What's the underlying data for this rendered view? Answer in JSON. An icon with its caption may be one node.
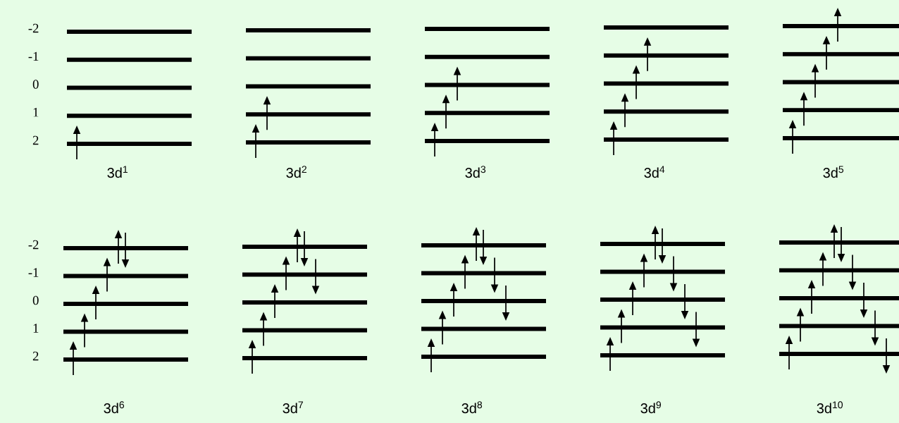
{
  "diagram": {
    "labels": [
      "-2",
      "-1",
      "0",
      "1",
      "2",
      "3d$^{1}$",
      "3d$^{2}$",
      "3d$^{3}$",
      "3d$^{4}$",
      "3d$^{5}$",
      "-2",
      "-1",
      "0",
      "1",
      "2",
      "3d$^{6}$",
      "3d$^{7}$",
      "3d$^{8}$",
      "3d$^{9}$",
      "3d$^{10}$"
    ]
  }
}
